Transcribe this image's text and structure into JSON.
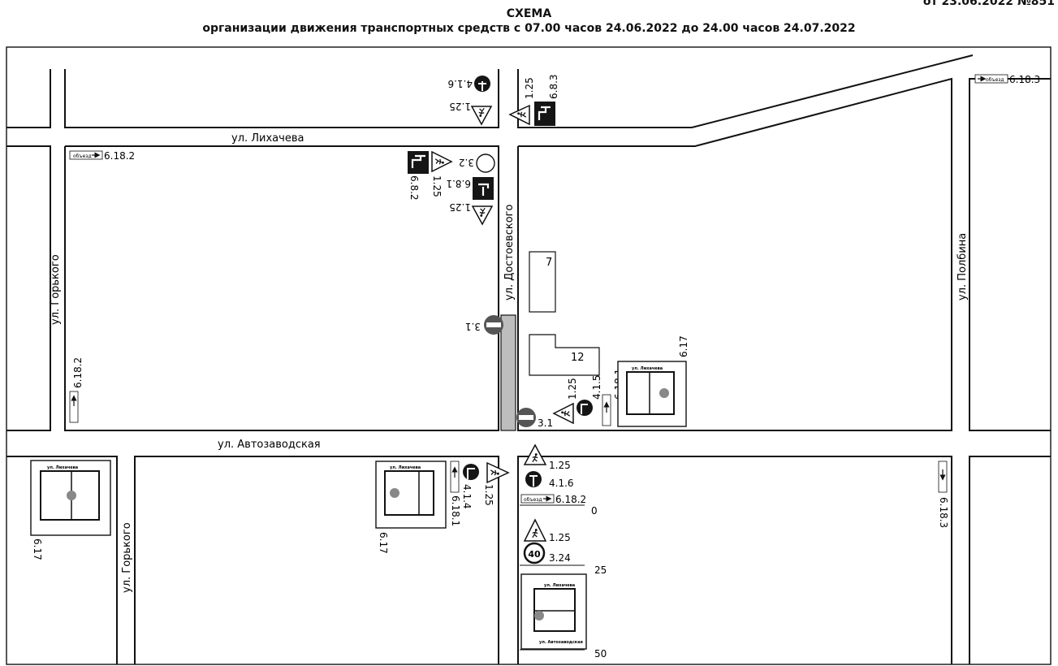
{
  "header": {
    "corner_note": "от 23.06.2022 №851",
    "title": "СХЕМА",
    "subtitle": "организации движения транспортных средств с 07.00 часов 24.06.2022 до 24.00 часов 24.07.2022"
  },
  "streets": {
    "likhacheva": "ул. Лихачева",
    "gorkogo": "ул. Горького",
    "dostoevskogo": "ул. Достоевского",
    "polbina": "ул. Полбина",
    "avtozavodskaya": "ул. Автозаводская"
  },
  "buildings": {
    "b7": "7",
    "b12": "12"
  },
  "sign_codes": {
    "s6_18_3": "6.18.3",
    "s6_18_2": "6.18.2",
    "s6_18_1": "6.18.1",
    "s6_8_1": "6.8.1",
    "s6_8_2": "6.8.2",
    "s6_8_3": "6.8.3",
    "s6_17": "6.17",
    "s4_1_6": "4.1.6",
    "s4_1_5": "4.1.5",
    "s4_1_4": "4.1.4",
    "s3_1": "3.1",
    "s3_2": "3.2",
    "s3_24": "3.24",
    "s1_25": "1.25"
  },
  "sign_text": {
    "obezd": "объезд",
    "speed": "40"
  },
  "distances": {
    "d0": "0",
    "d25": "25",
    "d50": "50"
  },
  "colors": {
    "road_line": "#111111",
    "closed_section": "#bdbdbd",
    "no_entry": "#555555",
    "sign_black": "#151515"
  }
}
